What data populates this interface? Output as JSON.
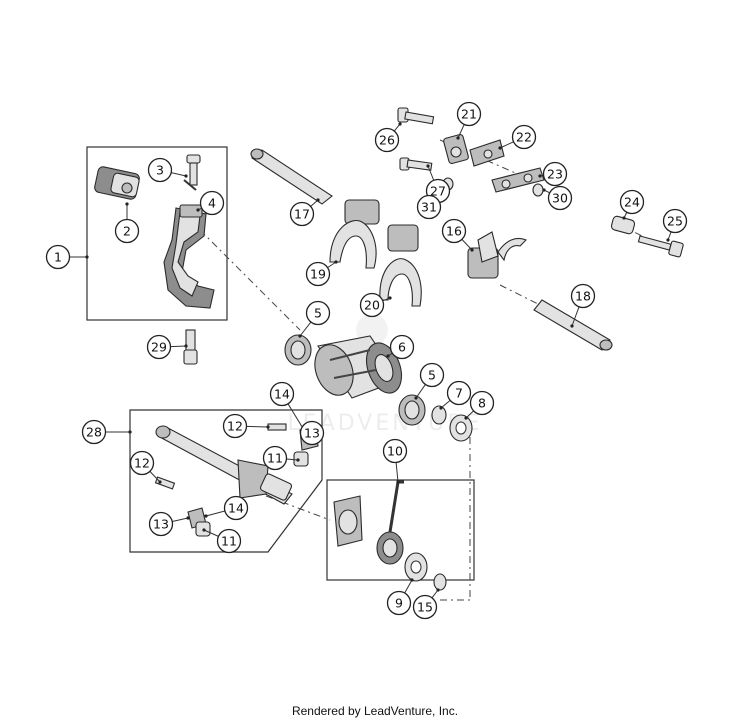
{
  "callouts": [
    "1",
    "2",
    "3",
    "4",
    "5",
    "6",
    "5",
    "7",
    "8",
    "9",
    "10",
    "11",
    "11",
    "12",
    "12",
    "13",
    "13",
    "14",
    "14",
    "15",
    "16",
    "17",
    "18",
    "19",
    "20",
    "21",
    "22",
    "23",
    "24",
    "25",
    "26",
    "27",
    "28",
    "29",
    "30",
    "31"
  ],
  "watermark": "LEADVENTURE",
  "footer": "Rendered by LeadVenture, Inc."
}
